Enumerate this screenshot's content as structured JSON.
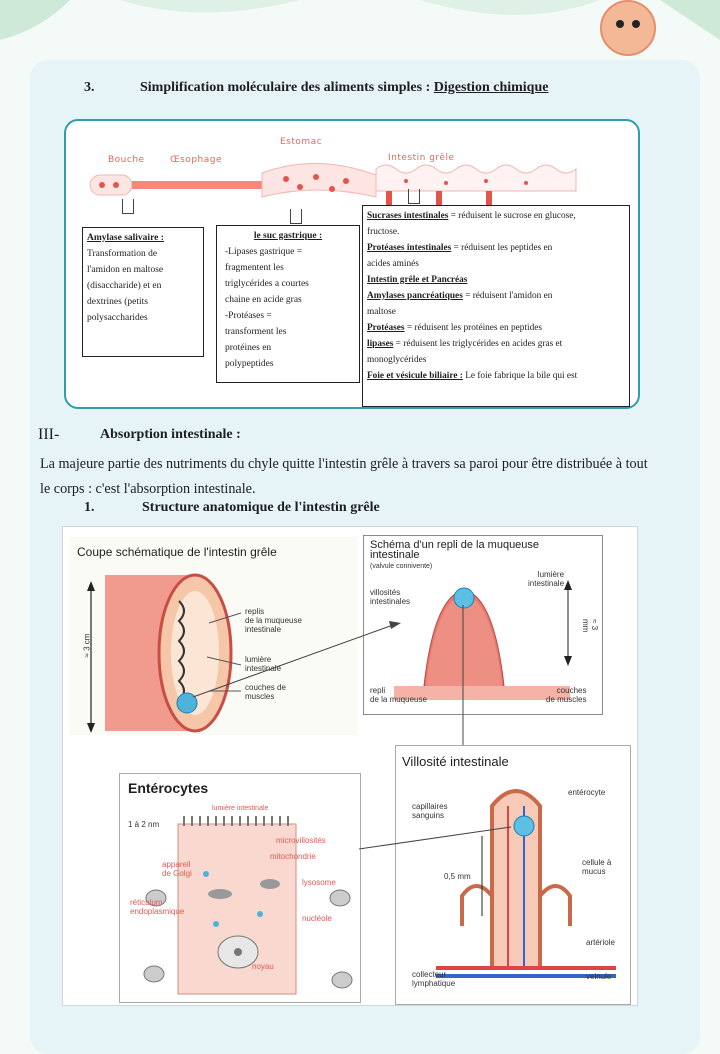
{
  "section": {
    "number": "3.",
    "title": "Simplification moléculaire des aliments simples :",
    "title_underlined": "Digestion chimique"
  },
  "tract": {
    "bouche": "Bouche",
    "oesophage": "Œsophage",
    "estomac": "Estomac",
    "intestin": "Intestin grêle"
  },
  "box_mouth": {
    "heading": "Amylase salivaire :",
    "lines": [
      "Transformation de",
      "l'amidon en maltose",
      "(disaccharide) et en",
      "dextrines (petits",
      "polysaccharides"
    ]
  },
  "box_stomach": {
    "heading": "le suc gastrique :",
    "lines": [
      "-Lipases gastrique =",
      "fragmentent les",
      "triglycérides a courtes",
      "chaine en acide gras",
      "-Protéases =",
      "transforment les",
      "protéines en",
      "polypeptides"
    ]
  },
  "box_intestine": {
    "items": [
      {
        "u": "Sucrases intestinales",
        "t": " = réduisent le sucrose en glucose,"
      },
      {
        "u": "",
        "t": "fructose."
      },
      {
        "u": "Protéases intestinales",
        "t": " = réduisent les peptides en"
      },
      {
        "u": "",
        "t": "acides aminés"
      },
      {
        "u": "Intestin grêle et Pancréas",
        "t": ""
      },
      {
        "u": "Amylases pancréatiques",
        "t": " = réduisent l'amidon en"
      },
      {
        "u": "",
        "t": "maltose"
      },
      {
        "u": "Protéases",
        "t": " = réduisent les protéines en peptides"
      },
      {
        "u": "lipases",
        "t": " = réduisent les triglycérides en acides gras et"
      },
      {
        "u": "",
        "t": "monoglycérides"
      },
      {
        "u": "Foie et vésicule biliaire :",
        "t": " Le foie fabrique la bile qui est"
      }
    ]
  },
  "part3": {
    "roman": "III-",
    "title": "Absorption intestinale :",
    "paragraph": "La majeure partie des nutriments du chyle quitte l'intestin grêle à travers sa paroi pour être distribuée à tout le corps : c'est l'absorption intestinale."
  },
  "sub1": {
    "number": "1.",
    "title": "Structure anatomique de l'intestin grêle"
  },
  "fig": {
    "coupe": {
      "title": "Coupe schématique de l'intestin grêle",
      "size": "≈ 3 cm",
      "replis": "replis\nde la muqueuse\nintestinale",
      "lumiere": "lumière\nintestinale",
      "couches": "couches de\nmuscles"
    },
    "repli": {
      "title": "Schéma d'un repli de la muqueuse intestinale",
      "sub": "(valvule connivente)",
      "lumiere": "lumière\nintestinale",
      "villosites": "villosités\nintestinales",
      "size": "≈ 3 mm",
      "repli_muq": "repli\nde la muqueuse",
      "couches": "couches\nde muscles"
    },
    "villosite": {
      "title": "Villosité intestinale",
      "enterocyte": "entérocyte",
      "capillaires": "capillaires\nsanguins",
      "size": "0,5 mm",
      "cellule": "cellule à\nmucus",
      "arteriole": "artériole",
      "collecteur": "collecteur\nlymphatique",
      "veinule": "veinule"
    },
    "entero": {
      "title": "Entérocytes",
      "lumiere": "lumière intestinale",
      "size": "1 à 2 nm",
      "microvillosites": "microvillosités",
      "mitochondrie": "mitochondrie",
      "golgi": "appareil\nde Golgi",
      "lysosome": "lysosome",
      "reticulum": "réticulum\nendoplasmique",
      "nucleole": "nucléole",
      "noyau": "noyau"
    }
  }
}
